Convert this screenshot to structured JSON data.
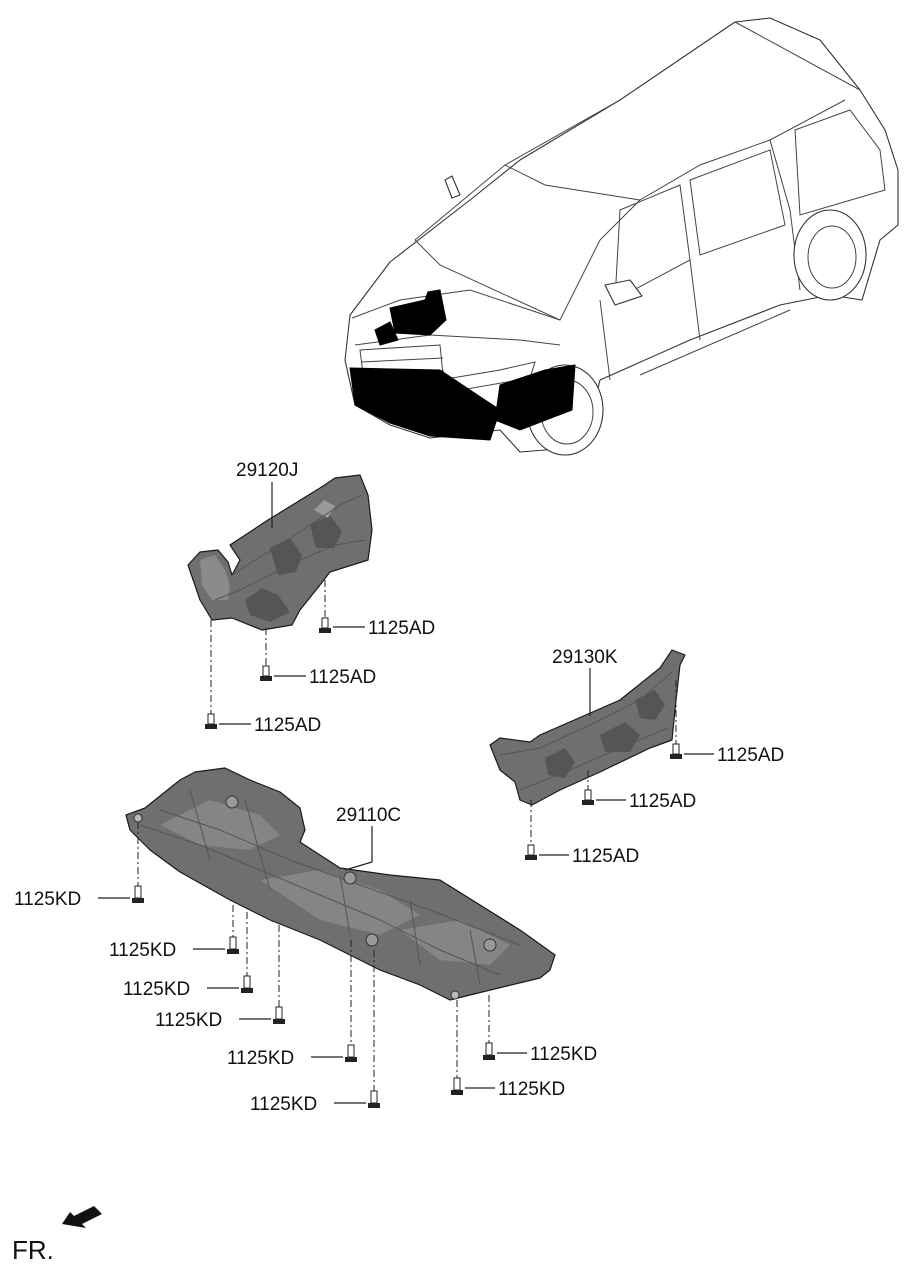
{
  "parts": {
    "engine_cover_rh": "29120J",
    "engine_cover_lh": "29130K",
    "under_cover": "29110C"
  },
  "fasteners": {
    "ad_1": "1125AD",
    "ad_2": "1125AD",
    "ad_3": "1125AD",
    "ad_4": "1125AD",
    "ad_5": "1125AD",
    "ad_6": "1125AD",
    "kd_1": "1125KD",
    "kd_2": "1125KD",
    "kd_3": "1125KD",
    "kd_4": "1125KD",
    "kd_5": "1125KD",
    "kd_6": "1125KD",
    "kd_7": "1125KD",
    "kd_8": "1125KD"
  },
  "direction": {
    "label": "FR."
  },
  "colors": {
    "part_fill": "#6f6f6f",
    "highlight": "#000000"
  }
}
